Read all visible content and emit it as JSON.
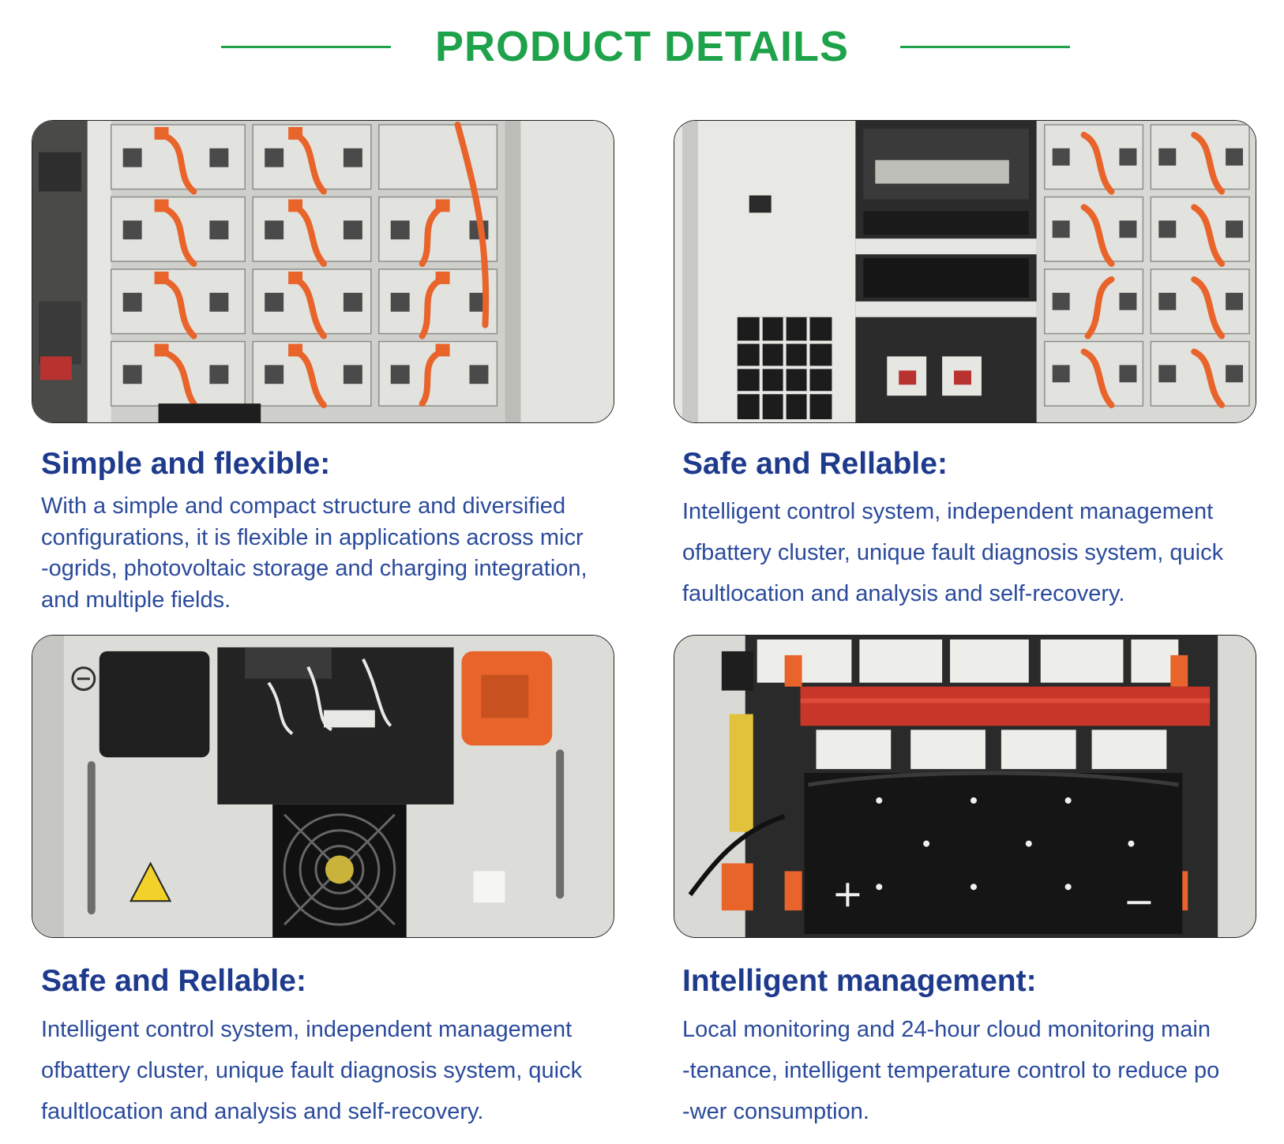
{
  "header": {
    "title": "PRODUCT DETAILS"
  },
  "features": [
    {
      "title": "Simple and flexible:",
      "body": "With a simple and compact structure and diversified\nconfigurations, it is flexible in applications across micr\n-ogrids, photovoltaic storage and charging integration,\nand multiple fields.",
      "photo": "battery-rack-modules-photo"
    },
    {
      "title": "Safe and Rellable:",
      "body": "Intelligent control system, independent management\nofbattery cluster, unique fault diagnosis system, quick\nfaultlocation and analysis and self-recovery.",
      "photo": "control-cabinet-photo"
    },
    {
      "title": "Safe and Rellable:",
      "body": "Intelligent control system, independent management\nofbattery cluster, unique fault diagnosis system, quick\nfaultlocation and analysis and self-recovery.",
      "photo": "battery-module-front-photo"
    },
    {
      "title": "Intelligent management:",
      "body": "Local monitoring and 24-hour cloud monitoring main\n-tenance, intelligent temperature control to reduce po\n-wer consumption.",
      "photo": "battery-module-internal-photo"
    }
  ],
  "colors": {
    "accent_green": "#1ea24a",
    "title_blue": "#1e3a8c",
    "body_blue": "#2a4a9c",
    "cable_orange": "#e8642a"
  }
}
